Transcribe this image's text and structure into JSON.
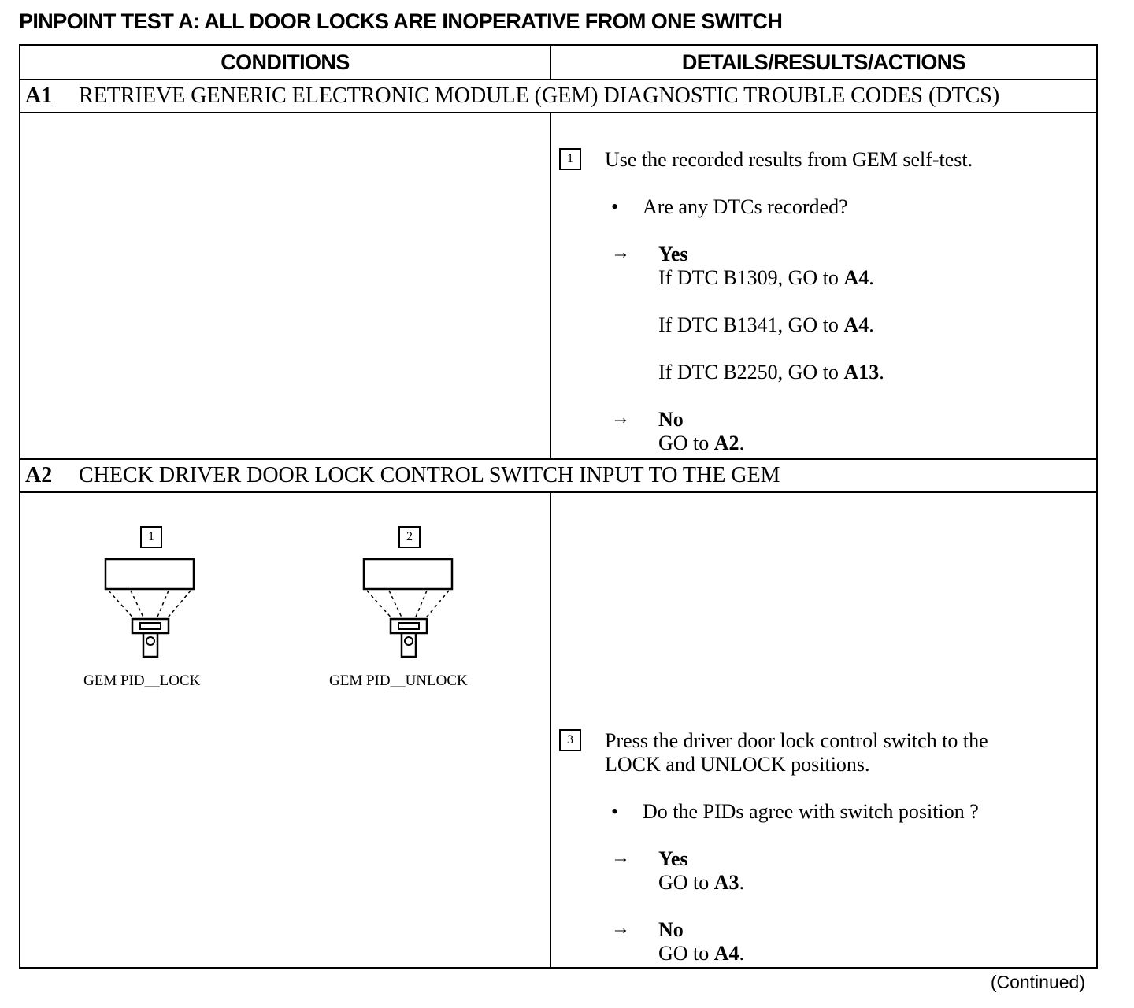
{
  "title": "PINPOINT TEST A:  ALL DOOR LOCKS ARE INOPERATIVE FROM ONE SWITCH",
  "columns": {
    "conditions": "CONDITIONS",
    "details": "DETAILS/RESULTS/ACTIONS"
  },
  "steps": [
    {
      "id": "A1",
      "heading": "RETRIEVE GENERIC ELECTRONIC MODULE (GEM) DIAGNOSTIC TROUBLE CODES (DTCS)",
      "action_number": "1",
      "action_text": "Use the recorded results from GEM self-test.",
      "question": "Are any DTCs recorded?",
      "yes": {
        "label": "Yes",
        "lines": [
          {
            "prefix": "If DTC B1309, GO to ",
            "target": "A4",
            "suffix": "."
          },
          {
            "prefix": "If DTC B1341, GO to ",
            "target": "A4",
            "suffix": "."
          },
          {
            "prefix": "If DTC B2250, GO to ",
            "target": "A13",
            "suffix": "."
          }
        ]
      },
      "no": {
        "label": "No",
        "prefix": "GO to ",
        "target": "A2",
        "suffix": "."
      }
    },
    {
      "id": "A2",
      "heading": "CHECK DRIVER DOOR LOCK CONTROL SWITCH INPUT TO THE GEM",
      "figures": [
        {
          "number": "1",
          "label": "GEM PID__LOCK"
        },
        {
          "number": "2",
          "label": "GEM PID__UNLOCK"
        }
      ],
      "action_number": "3",
      "action_text_lines": [
        "Press the driver door lock control switch to the",
        "LOCK and UNLOCK positions."
      ],
      "question": "Do the PIDs agree with switch position ?",
      "yes": {
        "label": "Yes",
        "prefix": "GO to ",
        "target": "A3",
        "suffix": "."
      },
      "no": {
        "label": "No",
        "prefix": "GO to ",
        "target": "A4",
        "suffix": "."
      }
    }
  ],
  "footer": "(Continued)"
}
